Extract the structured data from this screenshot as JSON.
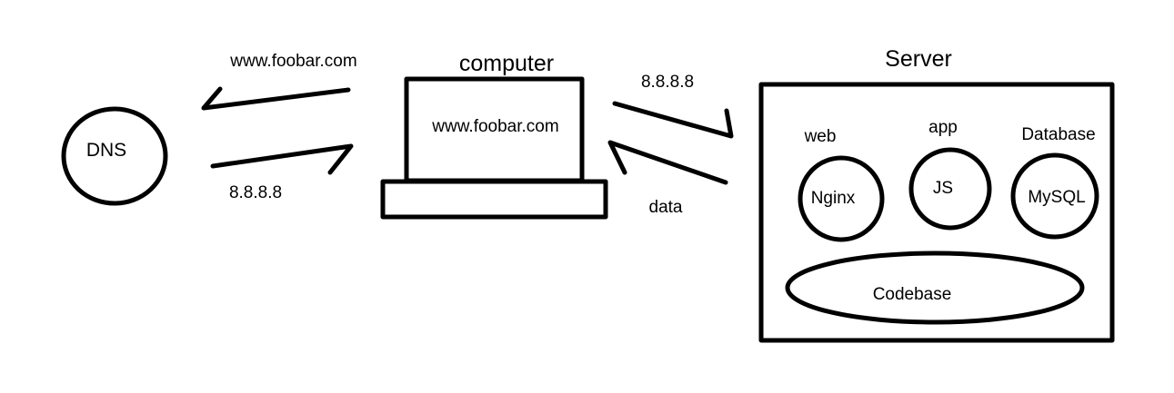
{
  "dns": {
    "label": "DNS"
  },
  "computer": {
    "title": "computer",
    "screen_text": "www.foobar.com"
  },
  "server": {
    "title": "Server",
    "components": [
      {
        "role": "web",
        "name": "Nginx"
      },
      {
        "role": "app",
        "name": "JS"
      },
      {
        "role": "Database",
        "name": "MySQL"
      }
    ],
    "codebase": "Codebase"
  },
  "arrows": {
    "to_dns": "www.foobar.com",
    "from_dns": "8.8.8.8",
    "to_server": "8.8.8.8",
    "from_server": "data"
  },
  "colors": {
    "line": "#000000",
    "background": "#ffffff"
  }
}
